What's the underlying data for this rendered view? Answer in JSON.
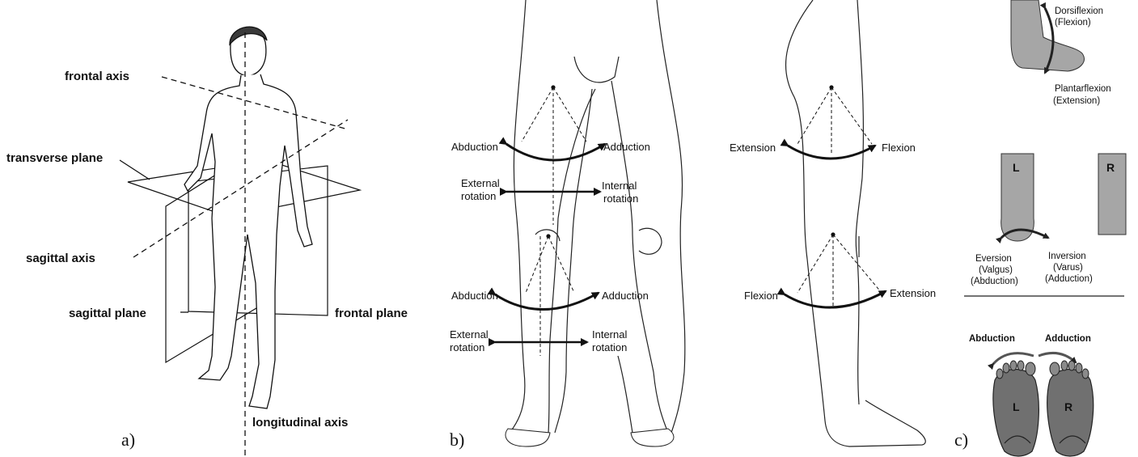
{
  "panel_a": {
    "letter": "a)",
    "labels": {
      "frontal_axis": "frontal axis",
      "transverse_plane": "transverse plane",
      "sagittal_axis": "sagittal axis",
      "sagittal_plane": "sagittal plane",
      "frontal_plane": "frontal plane",
      "longitudinal_axis": "longitudinal axis"
    }
  },
  "panel_b": {
    "letter": "b)",
    "front": {
      "hip_abduction": "Abduction",
      "hip_adduction": "Adduction",
      "hip_ext_rot_1": "External",
      "hip_ext_rot_2": "rotation",
      "hip_int_rot_1": "Internal",
      "hip_int_rot_2": "rotation",
      "knee_abduction": "Abduction",
      "knee_adduction": "Adduction",
      "knee_ext_rot_1": "External",
      "knee_ext_rot_2": "rotation",
      "knee_int_rot_1": "Internal",
      "knee_int_rot_2": "rotation"
    },
    "side": {
      "hip_extension": "Extension",
      "hip_flexion": "Flexion",
      "knee_flexion": "Flexion",
      "knee_extension": "Extension"
    }
  },
  "panel_c": {
    "letter": "c)",
    "ankle": {
      "dorsi_1": "Dorsiflexion",
      "dorsi_2": "(Flexion)",
      "plantar_1": "Plantarflexion",
      "plantar_2": "(Extension)"
    },
    "subtalar": {
      "left": "L",
      "right": "R",
      "ev_1": "Eversion",
      "ev_2": "(Valgus)",
      "ev_3": "(Abduction)",
      "inv_1": "Inversion",
      "inv_2": "(Varus)",
      "inv_3": "(Adduction)"
    },
    "forefoot": {
      "abduction": "Abduction",
      "adduction": "Adduction",
      "left": "L",
      "right": "R"
    }
  },
  "colors": {
    "ink": "#111111",
    "foot_grey": "#9a9a9a",
    "foot_dark": "#6e6e6e",
    "hair": "#3a3a3a"
  }
}
